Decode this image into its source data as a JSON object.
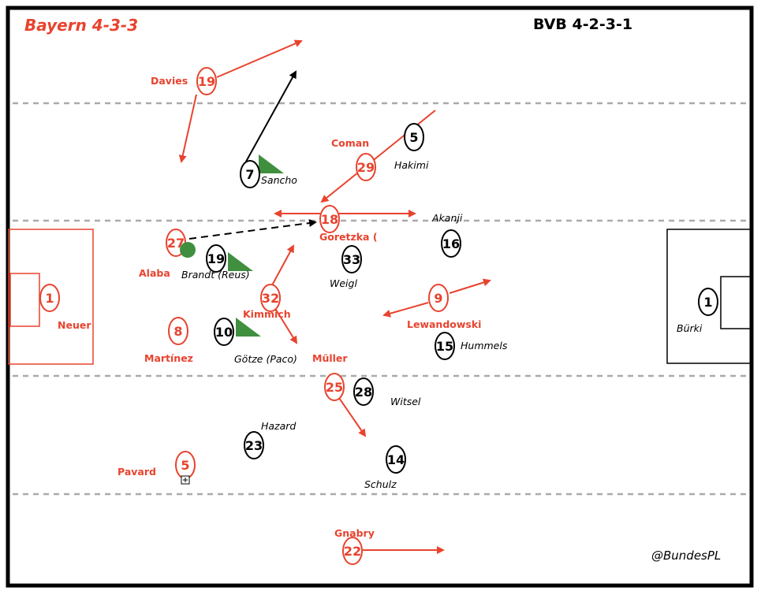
{
  "titles": {
    "home_formation": "Bayern 4-3-3",
    "away_formation": "BVB 4-2-3-1",
    "credit": "@BundesPL"
  },
  "colors": {
    "home": "#e8432e",
    "away": "#000000",
    "pressing_marker": "#3f8f3f",
    "zone_lines": "#aaaaaa"
  },
  "home_team": {
    "players": [
      {
        "number": "1",
        "name": "Neuer"
      },
      {
        "number": "27",
        "name": "Alaba"
      },
      {
        "number": "8",
        "name": "Martínez"
      },
      {
        "number": "5",
        "name": "Pavard"
      },
      {
        "number": "19",
        "name": "Davies"
      },
      {
        "number": "32",
        "name": "Kimmich"
      },
      {
        "number": "18",
        "name": "Goretzka ("
      },
      {
        "number": "25",
        "name": "Müller"
      },
      {
        "number": "29",
        "name": "Coman"
      },
      {
        "number": "9",
        "name": "Lewandowski"
      },
      {
        "number": "22",
        "name": "Gnabry"
      }
    ]
  },
  "away_team": {
    "players": [
      {
        "number": "1",
        "name": "Bürki"
      },
      {
        "number": "19",
        "name": "Brandt (Reus)"
      },
      {
        "number": "10",
        "name": "Götze (Paco)"
      },
      {
        "number": "7",
        "name": "Sancho"
      },
      {
        "number": "5",
        "name": "Hakimi"
      },
      {
        "number": "16",
        "name": "Akanji"
      },
      {
        "number": "33",
        "name": "Weigl"
      },
      {
        "number": "15",
        "name": "Hummels"
      },
      {
        "number": "28",
        "name": "Witsel"
      },
      {
        "number": "23",
        "name": "Hazard"
      },
      {
        "number": "14",
        "name": "Schulz"
      }
    ]
  }
}
